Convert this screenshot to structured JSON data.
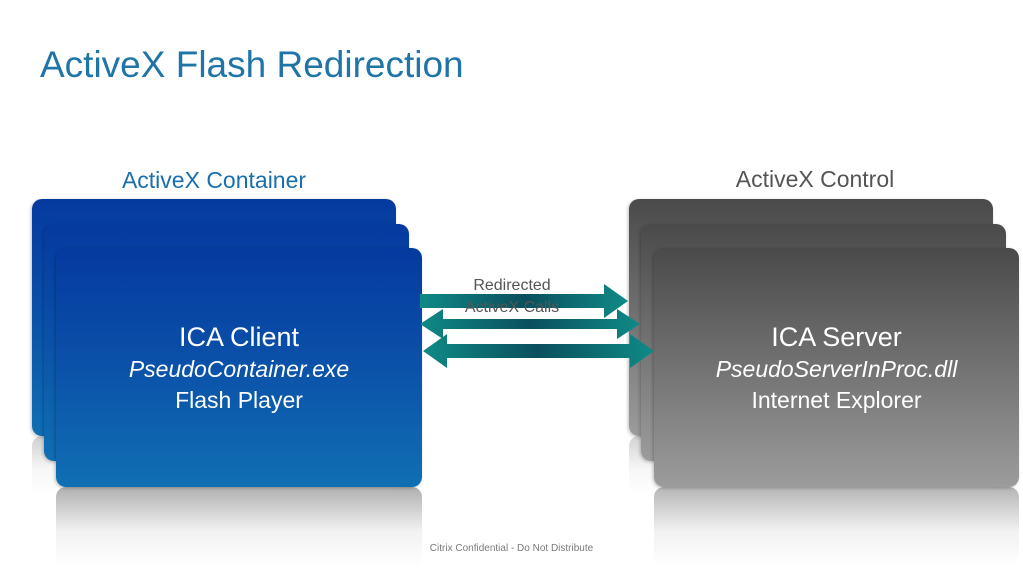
{
  "slide": {
    "title": "ActiveX Flash Redirection",
    "title_color": "#1f75a8",
    "footer": "Citrix Confidential - Do Not Distribute"
  },
  "left": {
    "heading": "ActiveX Container",
    "heading_color": "#1a6fae",
    "lines": [
      "ICA Client",
      "PseudoContainer.exe",
      "Flash Player"
    ],
    "card_color": "#0a4fa8"
  },
  "right": {
    "heading": "ActiveX Control",
    "heading_color": "#555555",
    "lines": [
      "ICA Server",
      "PseudoServerInProc.dll",
      "Internet Explorer"
    ],
    "card_color": "#6e6e6e"
  },
  "connector": {
    "label_line1": "Redirected",
    "label_line2": "ActiveX Calls",
    "arrow_color": "#0f7f80"
  }
}
